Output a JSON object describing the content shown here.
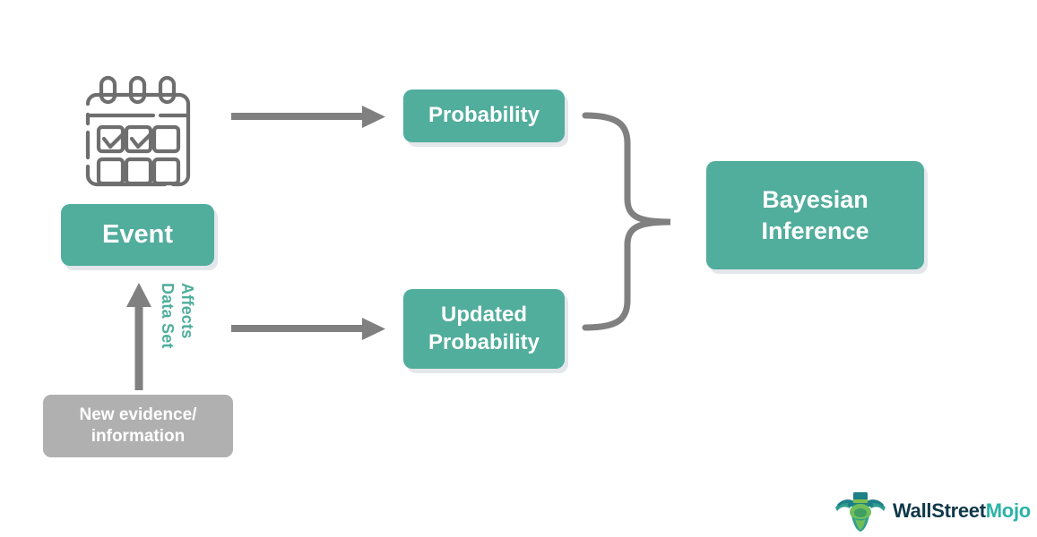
{
  "diagram": {
    "title": "Bayesian Inference",
    "nodes": {
      "event": {
        "label": "Event",
        "color": "#51ad9c"
      },
      "probability": {
        "label": "Probability",
        "color": "#51ad9c"
      },
      "updated_probability": {
        "label": "Updated\nProbability",
        "line1": "Updated",
        "line2": "Probability",
        "color": "#51ad9c"
      },
      "bayesian_inference": {
        "label": "Bayesian\nInference",
        "line1": "Bayesian",
        "line2": "Inference",
        "color": "#51ad9c"
      },
      "new_evidence": {
        "label": "New evidence/\ninformation",
        "line1": "New evidence/",
        "line2": "information",
        "color": "#b0b0b0"
      }
    },
    "edge_labels": {
      "affects": "Affects",
      "data_set": "Data Set"
    },
    "icons": {
      "calendar": "calendar-icon",
      "arrow_right_top": "arrow-right-icon",
      "arrow_right_bottom": "arrow-right-icon",
      "arrow_up": "arrow-up-icon",
      "brace": "curly-brace-icon"
    },
    "colors": {
      "teal": "#51ad9c",
      "gray_box": "#b0b0b0",
      "arrow_gray": "#808080",
      "icon_gray": "#6e6e6e",
      "label_teal": "#4fae9c",
      "shadow": "#e1e6ea"
    }
  },
  "branding": {
    "name_part_1": "WallStreet",
    "name_part_2": "Mojo",
    "logo_alt": "wallstreetmojo-bull-logo"
  }
}
